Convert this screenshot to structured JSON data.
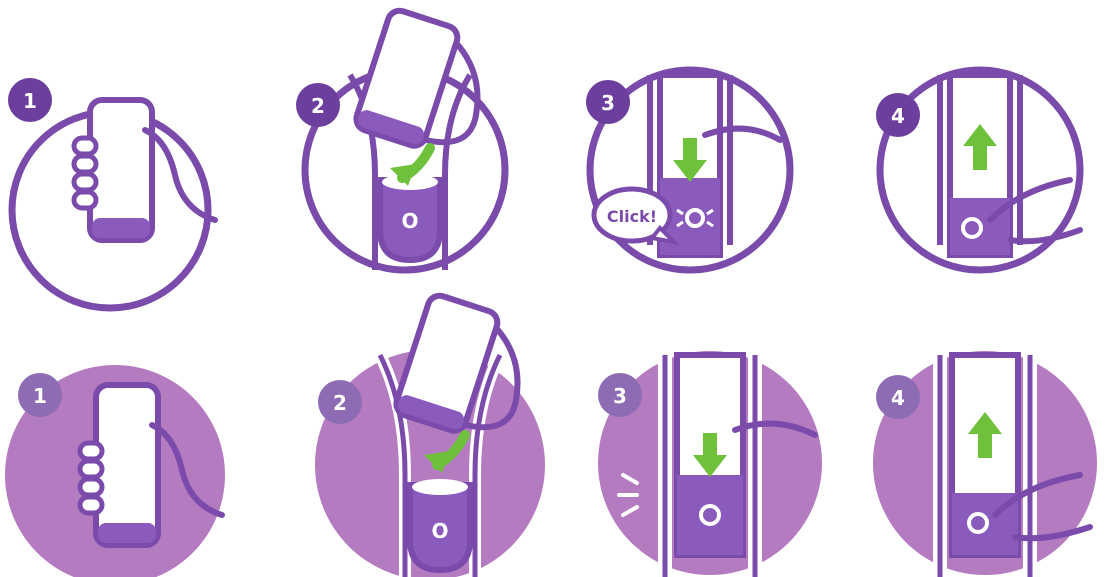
{
  "colors": {
    "purple": "#7a4bab",
    "purple_fill": "#8a5bbd",
    "lavender": "#b57bc1",
    "badge_dark": "#6c3e9d",
    "badge_light": "#8d6cb3",
    "green": "#6fc03b",
    "white": "#ffffff"
  },
  "rows": [
    {
      "style": "outlined",
      "steps": [
        {
          "number": "1",
          "icon": "hand-holding-bottle-icon"
        },
        {
          "number": "2",
          "icon": "pour-into-device-icon",
          "cup_label": "O"
        },
        {
          "number": "3",
          "icon": "press-down-icon",
          "speech_text": "Click!",
          "light_icon": "light-on-icon"
        },
        {
          "number": "4",
          "icon": "press-button-icon",
          "button_icon": "power-icon"
        }
      ]
    },
    {
      "style": "filled",
      "steps": [
        {
          "number": "1",
          "icon": "hand-holding-bottle-icon"
        },
        {
          "number": "2",
          "icon": "pour-into-device-icon",
          "cup_label": "O"
        },
        {
          "number": "3",
          "icon": "press-down-icon",
          "button_icon": "ring-icon"
        },
        {
          "number": "4",
          "icon": "press-button-icon",
          "button_icon": "power-icon"
        }
      ]
    }
  ]
}
